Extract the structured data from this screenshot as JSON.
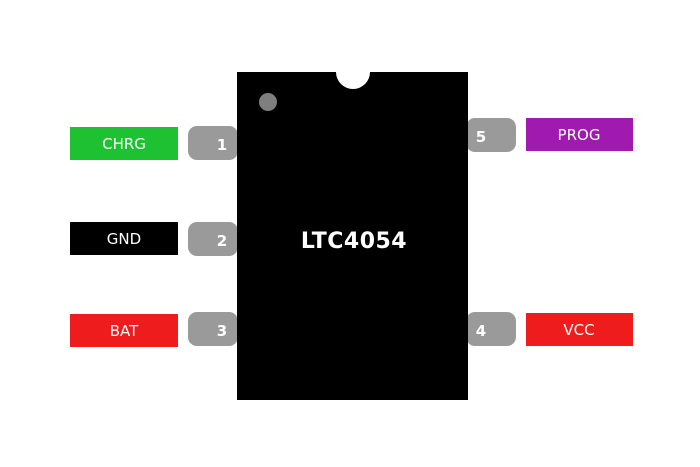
{
  "chip": {
    "name": "LTC4054",
    "body_color": "#000000",
    "notch_color": "#ffffff",
    "dot_color": "#7f7f7f",
    "text_color": "#ffffff"
  },
  "pin_style": {
    "lead_color": "#9a9a9a",
    "number_color": "#ffffff"
  },
  "pins": [
    {
      "number": "1",
      "name": "CHRG",
      "color": "#1ec131",
      "text_color": "#ffffff",
      "side": "left"
    },
    {
      "number": "2",
      "name": "GND",
      "color": "#000000",
      "text_color": "#ffffff",
      "side": "left"
    },
    {
      "number": "3",
      "name": "BAT",
      "color": "#ee1c1c",
      "text_color": "#ffffff",
      "side": "left"
    },
    {
      "number": "5",
      "name": "PROG",
      "color": "#a11ab0",
      "text_color": "#ffffff",
      "side": "right"
    },
    {
      "number": "4",
      "name": "VCC",
      "color": "#ee1c1c",
      "text_color": "#ffffff",
      "side": "right"
    }
  ]
}
